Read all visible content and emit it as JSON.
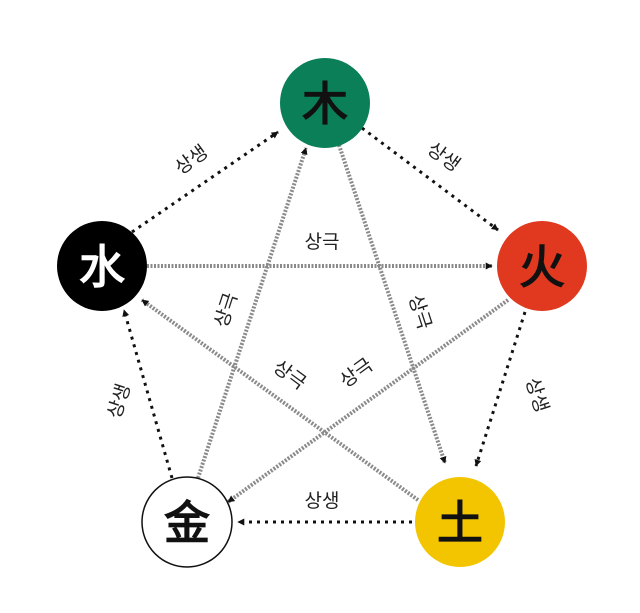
{
  "elements": {
    "wood": {
      "char": "木",
      "color": "#0a7f58",
      "text_color": "#111111"
    },
    "fire": {
      "char": "火",
      "color": "#e0391f",
      "text_color": "#111111"
    },
    "earth": {
      "char": "土",
      "color": "#f2c500",
      "text_color": "#111111"
    },
    "metal": {
      "char": "金",
      "color": "#ffffff",
      "text_color": "#111111"
    },
    "water": {
      "char": "水",
      "color": "#000000",
      "text_color": "#ffffff"
    }
  },
  "relations": {
    "generating_label": "상생",
    "overcoming_label": "상극"
  }
}
